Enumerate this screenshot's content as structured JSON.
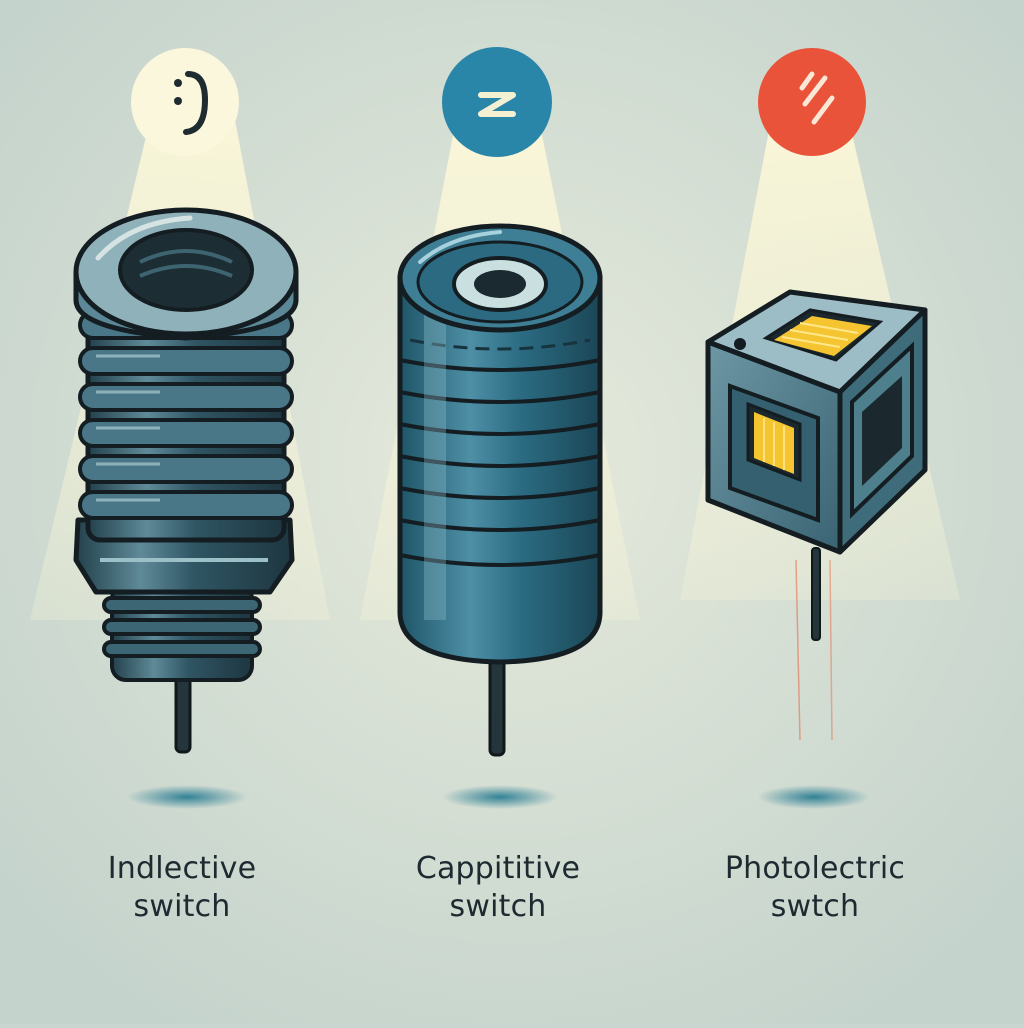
{
  "sensors": [
    {
      "id": "inductive",
      "icon": "bracket-coil-icon",
      "icon_glyph": ":)",
      "icon_color": "#fbf6dc",
      "label_line1": "Indlective",
      "label_line2": "switch"
    },
    {
      "id": "capacitive",
      "icon": "z-wave-icon",
      "icon_glyph": "z",
      "icon_color": "#2a86a8",
      "label_line1": "Cappititive",
      "label_line2": "switch"
    },
    {
      "id": "photoelectric",
      "icon": "light-beam-icon",
      "icon_glyph": "//",
      "icon_color": "#e8533a",
      "label_line1": "Photolectric",
      "label_line2": "swtch"
    }
  ],
  "palette": {
    "background": "#c9d6cf",
    "spotlight": "#faf6d8",
    "metal_dark": "#2e4a56",
    "metal_mid": "#4f7c8d",
    "metal_light": "#9cbcc4",
    "outline": "#1b2529",
    "shadow": "#2f7f95"
  }
}
